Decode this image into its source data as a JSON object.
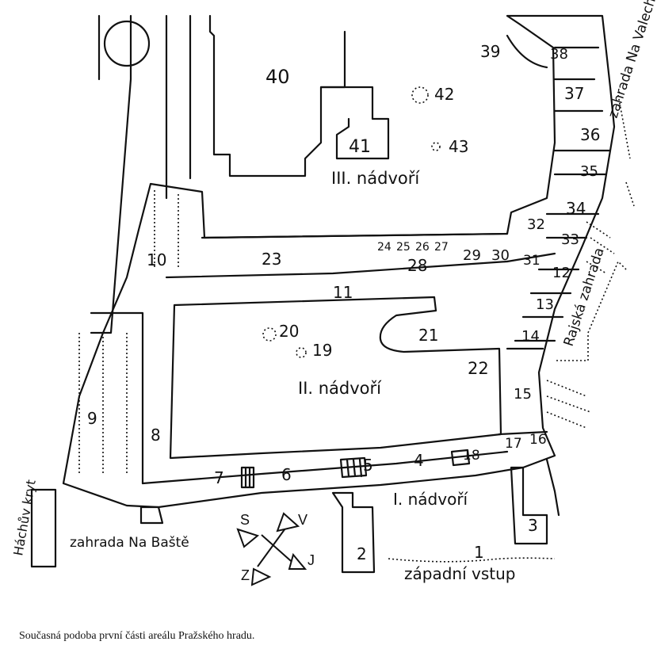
{
  "map": {
    "numbers": [
      "1",
      "2",
      "3",
      "4",
      "5",
      "6",
      "7",
      "8",
      "9",
      "10",
      "11",
      "12",
      "13",
      "14",
      "15",
      "16",
      "17",
      "18",
      "19",
      "20",
      "21",
      "22",
      "23",
      "24",
      "25",
      "26",
      "27",
      "28",
      "29",
      "30",
      "31",
      "32",
      "33",
      "34",
      "35",
      "36",
      "37",
      "38",
      "39",
      "40",
      "41",
      "42",
      "43"
    ],
    "areas": {
      "courtyard_1": "I. nádvoří",
      "courtyard_2": "II. nádvoří",
      "courtyard_3": "III. nádvoří",
      "garden_valech": "zahrada Na Valech",
      "garden_rajska": "Rajská zahrada",
      "garden_bastei": "zahrada Na Baště",
      "hachuv_kryt": "Háchův kryt",
      "western_entrance": "západní vstup"
    },
    "compass": {
      "north": "S",
      "east": "V",
      "south": "J",
      "west": "Z"
    }
  },
  "caption": "Současná podoba první části areálu Pražského hradu."
}
